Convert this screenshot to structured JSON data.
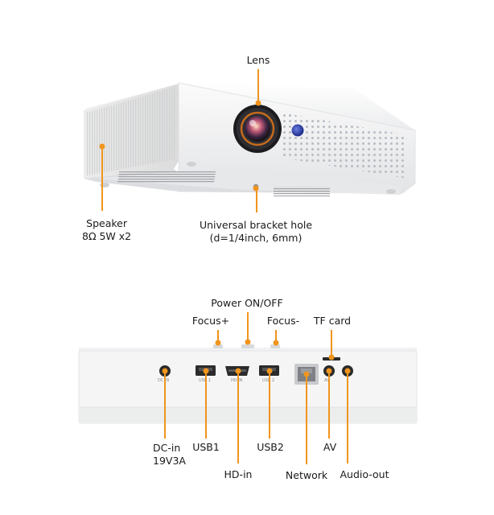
{
  "top_view": {
    "lens_label": "Lens",
    "speaker_label_line1": "Speaker",
    "speaker_label_line2": "8Ω 5W x2",
    "bracket_label_line1": "Universal bracket hole",
    "bracket_label_line2": "(d=1/4inch, 6mm)"
  },
  "rear_view": {
    "power_label": "Power ON/OFF",
    "focus_plus_label": "Focus+",
    "focus_minus_label": "Focus-",
    "tf_card_label": "TF card",
    "dc_in_label_line1": "DC-in",
    "dc_in_label_line2": "19V3A",
    "usb1_label": "USB1",
    "hd_in_label": "HD-in",
    "usb2_label": "USB2",
    "network_label": "Network",
    "av_label": "AV",
    "audio_out_label": "Audio-out",
    "port_print": {
      "dc": "DC IN",
      "usb1": "USB 1",
      "hd": "HD IN",
      "usb2": "USB 2",
      "av": "AV"
    }
  },
  "colors": {
    "callout": "#f0951e",
    "body": "#f4f4f5",
    "lens_ring": "#c46b1e"
  }
}
